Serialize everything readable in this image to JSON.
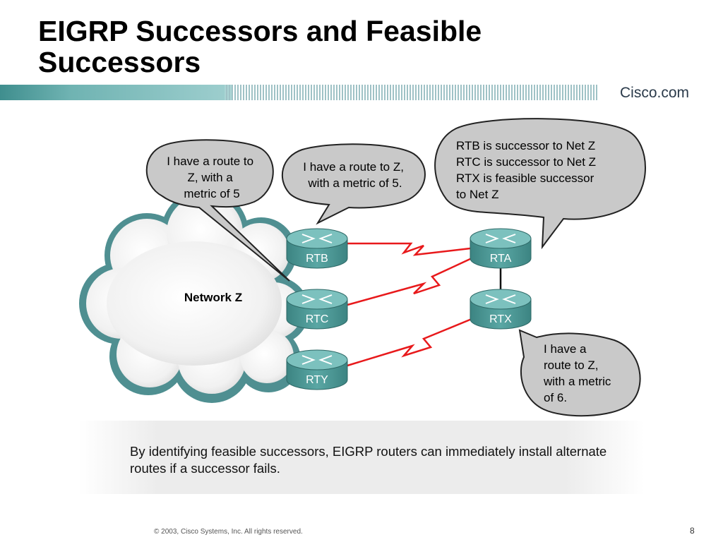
{
  "slide": {
    "title": "EIGRP Successors and Feasible Successors",
    "logo": "Cisco.com",
    "caption": "By identifying feasible successors, EIGRP routers can immediately install alternate routes if a successor fails.",
    "footer": "© 2003, Cisco Systems, Inc. All rights reserved.",
    "page_number": "8"
  },
  "diagram": {
    "network_label": "Network Z",
    "routers": {
      "rtb": "RTB",
      "rtc": "RTC",
      "rty": "RTY",
      "rta": "RTA",
      "rtx": "RTX"
    },
    "bubbles": {
      "rtc": [
        "I have a route to",
        "Z, with a",
        "metric of 5"
      ],
      "rtb": [
        "I have a route to Z,",
        "with a metric of 5."
      ],
      "rta": [
        "RTB is successor to Net Z",
        "RTC is successor to Net Z",
        "RTX is feasible successor",
        "to Net Z"
      ],
      "rtx": [
        "I have a",
        "route to Z,",
        "with a metric",
        "of 6."
      ]
    }
  },
  "colors": {
    "router": "#4a9a98",
    "router_top": "#7cc1be",
    "link": "#e8191b",
    "bubble_fill": "#c9c9c9",
    "cloud_edge": "#4f8f91",
    "accent_bar": "#5aa3a3"
  }
}
